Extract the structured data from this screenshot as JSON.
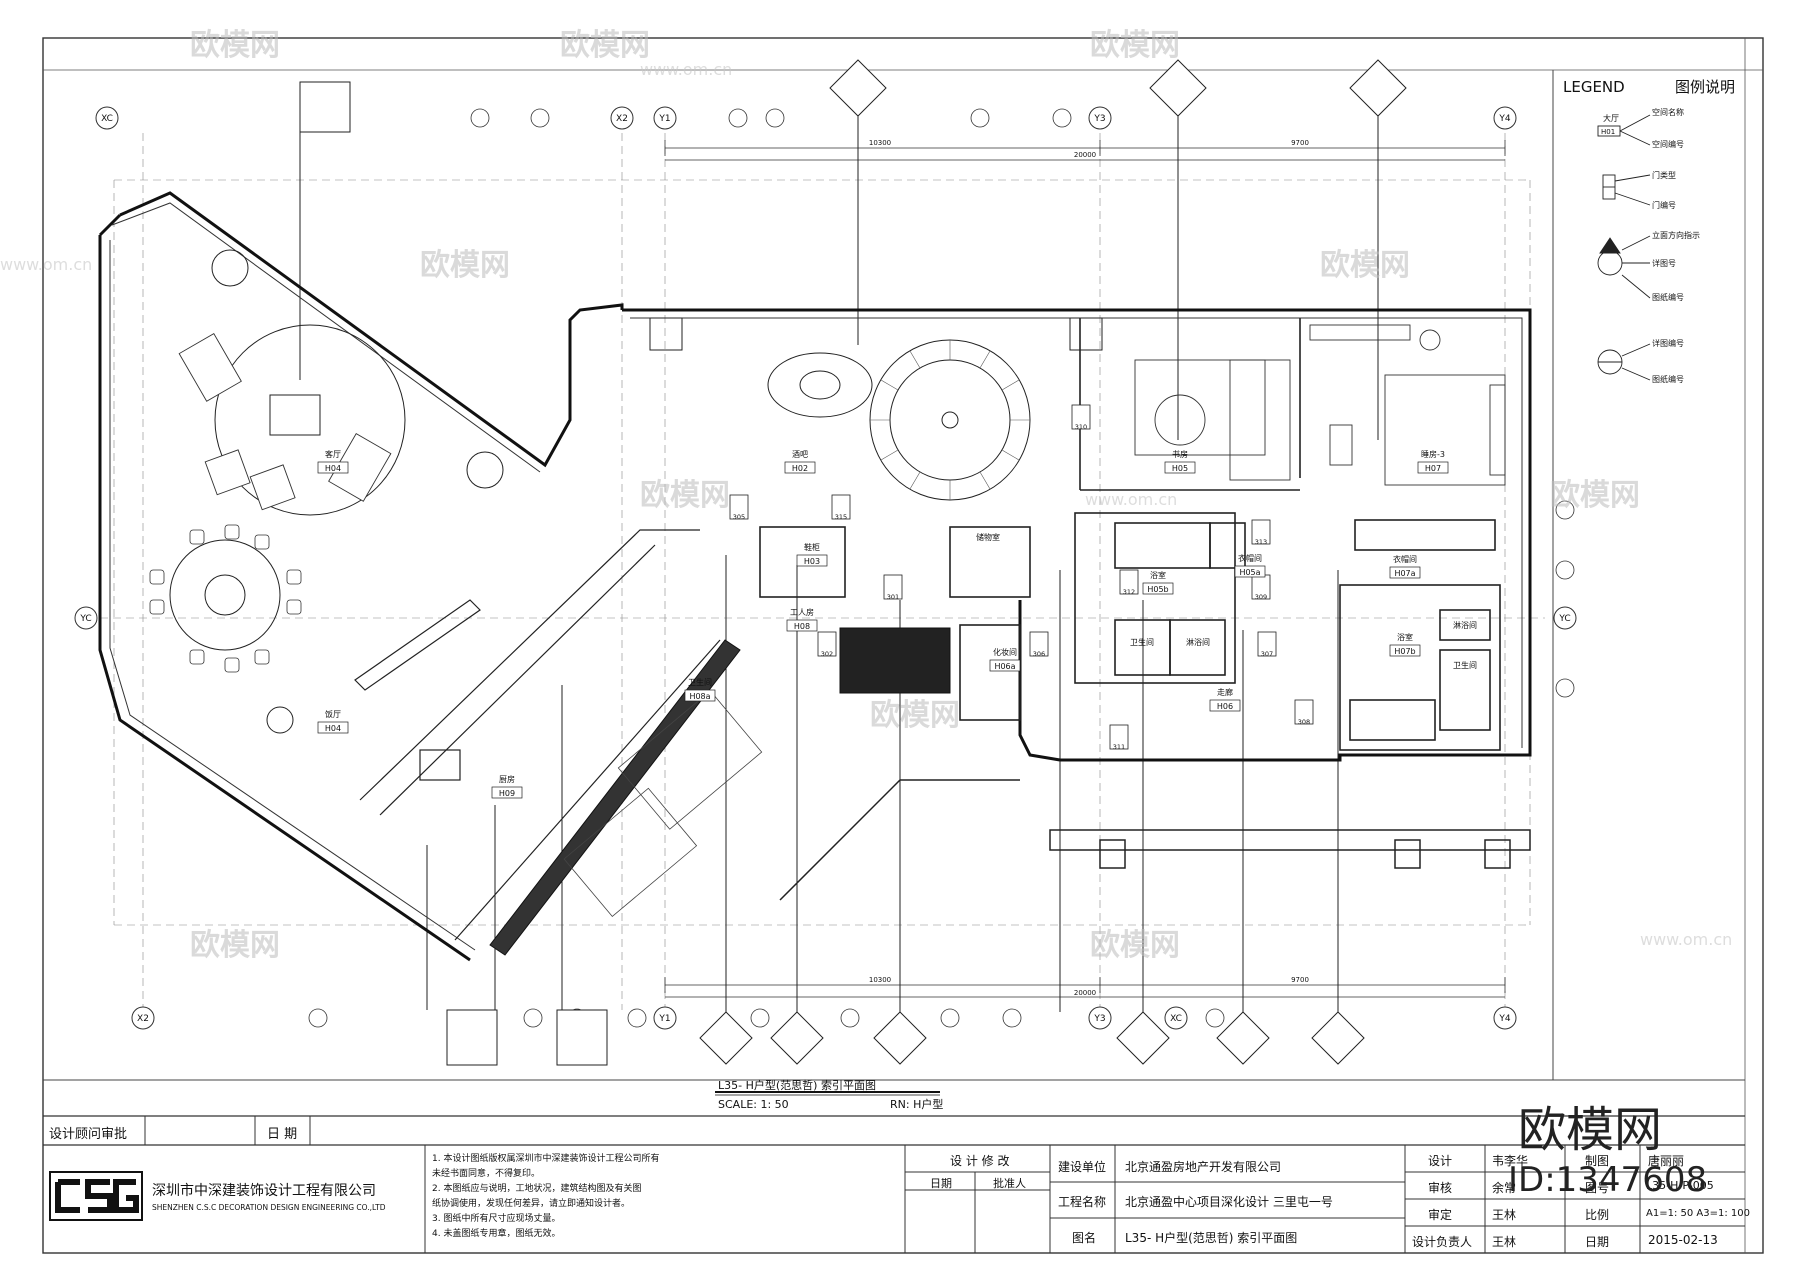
{
  "legend": {
    "title_en": "LEGEND",
    "title_cn": "图例说明",
    "sample_room": "大厅",
    "sample_code": "H01",
    "items": [
      "空间名称",
      "空间编号",
      "门类型",
      "门编号",
      "立面方向指示",
      "详图号",
      "图纸编号",
      "详图编号",
      "图纸编号"
    ]
  },
  "axes": {
    "top": [
      "XC",
      "X2",
      "Y1",
      "Y3",
      "Y4"
    ],
    "bottom": [
      "X2",
      "Y1",
      "Y3",
      "XC",
      "Y4"
    ],
    "side": [
      "YC",
      "YC"
    ]
  },
  "dimensions": {
    "top_left": "10300",
    "top_total": "20000",
    "top_right": "9700",
    "bottom_left": "10300",
    "bottom_total": "20000",
    "bottom_right": "9700"
  },
  "rooms": [
    {
      "name": "客厅",
      "code": "H04"
    },
    {
      "name": "饭厅",
      "code": "H04"
    },
    {
      "name": "厨房",
      "code": "H09"
    },
    {
      "name": "酒吧",
      "code": "H02"
    },
    {
      "name": "鞋柜",
      "code": "H03"
    },
    {
      "name": "工人房",
      "code": "H08"
    },
    {
      "name": "卫生间",
      "code": "H08a"
    },
    {
      "name": "储物室",
      "code": ""
    },
    {
      "name": "化妆间",
      "code": "H06a"
    },
    {
      "name": "书房",
      "code": "H05"
    },
    {
      "name": "浴室",
      "code": "H05b"
    },
    {
      "name": "衣帽间",
      "code": "H05a"
    },
    {
      "name": "卫生间",
      "code": ""
    },
    {
      "name": "淋浴间",
      "code": ""
    },
    {
      "name": "走廊",
      "code": "H06"
    },
    {
      "name": "睡房-3",
      "code": "H07"
    },
    {
      "name": "衣帽间",
      "code": "H07a"
    },
    {
      "name": "浴室",
      "code": "H07b"
    },
    {
      "name": "淋浴间",
      "code": ""
    },
    {
      "name": "卫生间",
      "code": ""
    }
  ],
  "doors": [
    "305",
    "315",
    "301",
    "302",
    "306",
    "307",
    "308",
    "309",
    "310",
    "311",
    "312",
    "313"
  ],
  "plan_title": {
    "name": "L35- H户型(范思哲)  索引平面图",
    "scale": "SCALE:  1: 50",
    "rn": "RN: H户型"
  },
  "title_block": {
    "approval_label": "设计顾问审批",
    "date_label": "日 期",
    "company_cn": "深圳市中深建装饰设计工程有限公司",
    "company_en": "SHENZHEN C.S.C DECORATION DESIGN ENGINEERING CO.,LTD",
    "notes": [
      "1. 本设计图纸版权属深圳市中深建装饰设计工程公司所有",
      "未经书面同意，不得复印。",
      "2. 本图纸应与说明，工地状况，建筑结构图及有关图",
      "纸协调使用，发现任何差异，请立即通知设计者。",
      "3. 图纸中所有尺寸应现场丈量。",
      "4. 未盖图纸专用章，图纸无效。"
    ],
    "revision_label": "设 计 修 改",
    "rev_date": "日期",
    "rev_approver": "批准人",
    "client_label": "建设单位",
    "client": "北京通盈房地产开发有限公司",
    "project_label": "工程名称",
    "project": "北京通盈中心项目深化设计 三里屯一号",
    "drawing_label": "图名",
    "drawing": "L35- H户型(范思哲)  索引平面图",
    "design_label": "设计",
    "design": "韦李华",
    "draw_label": "制图",
    "draw": "唐丽丽",
    "check_label": "审核",
    "check": "余常",
    "dwg_no_label": "图号",
    "dwg_no": "L35-H-P-005",
    "approve_label": "审定",
    "approve": "王林",
    "scale_label": "比例",
    "scale": "A1=1: 50   A3=1: 100",
    "lead_label": "设计负责人",
    "lead": "王林",
    "date2_label": "日期",
    "date": "2015-02-13"
  },
  "watermark": {
    "brand": "欧模网",
    "url": "www.om.cn",
    "id": "ID:1347608"
  }
}
